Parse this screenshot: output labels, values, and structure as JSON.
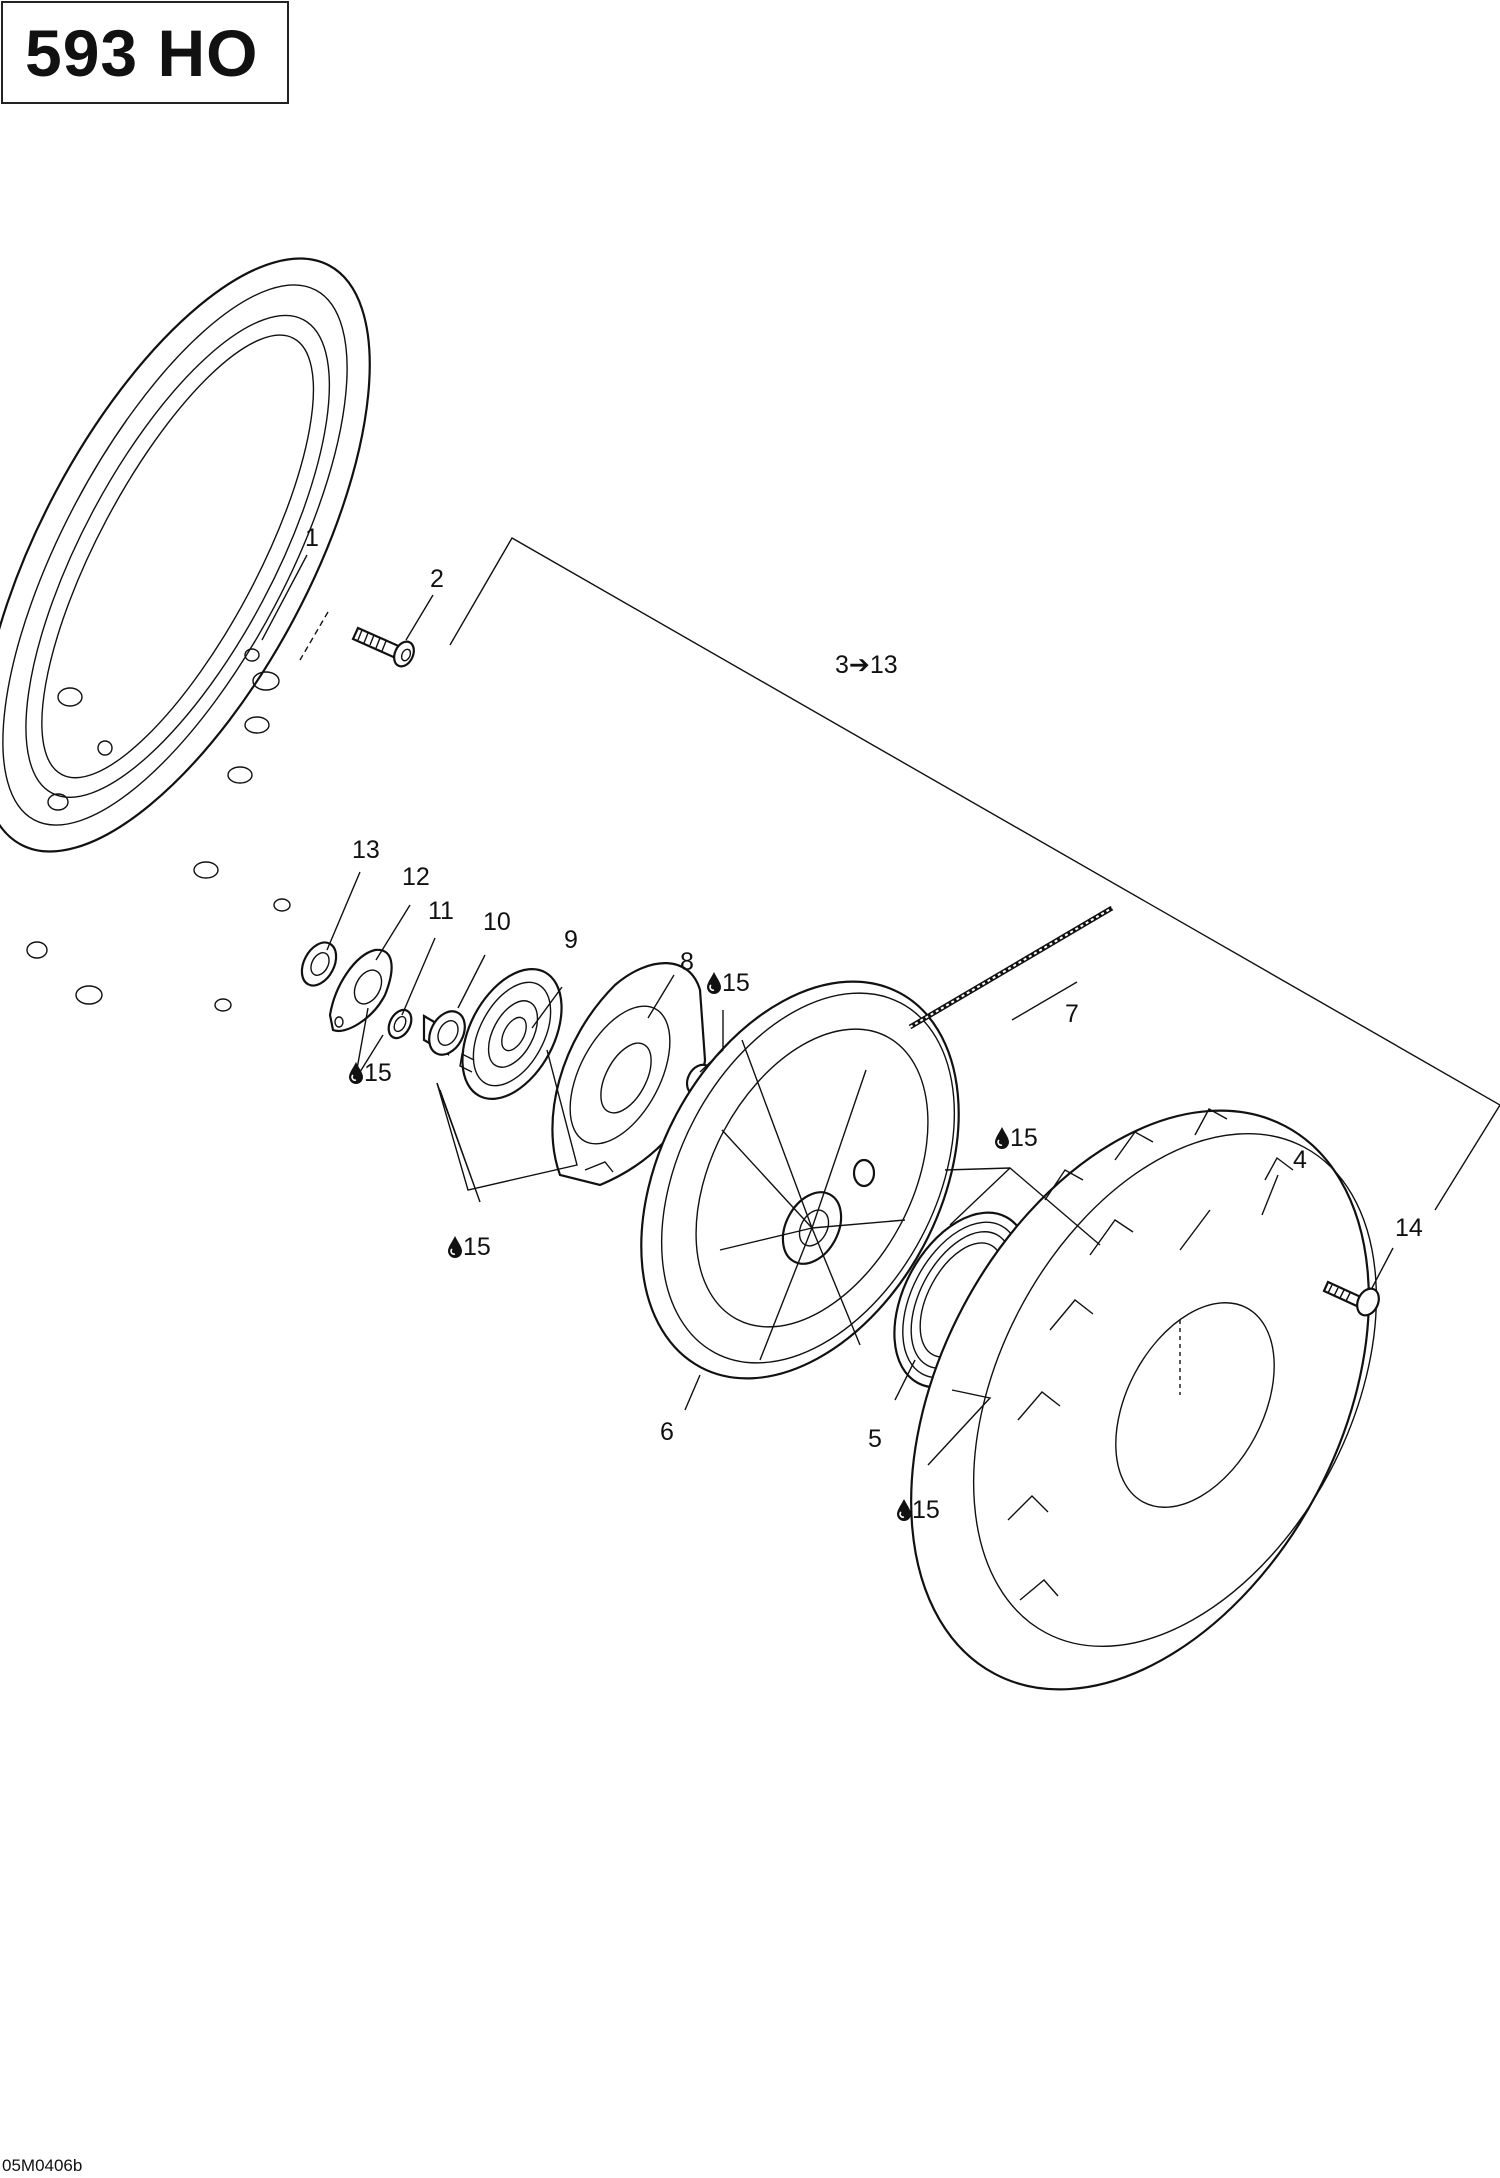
{
  "header": {
    "model": "593 HO"
  },
  "footer": {
    "reference_code": "05M0406b"
  },
  "callouts": {
    "c1": "1",
    "c2": "2",
    "c3_13": "3➔13",
    "c4": "4",
    "c5": "5",
    "c6": "6",
    "c7": "7",
    "c8": "8",
    "c9": "9",
    "c10": "10",
    "c11": "11",
    "c12": "12",
    "c13": "13",
    "c14": "14"
  },
  "lubricant": {
    "l1": "15",
    "l2": "15",
    "l3": "15",
    "l4": "15",
    "l5": "15"
  },
  "icons": {
    "lubricant_drop": "oil-drop-icon"
  }
}
